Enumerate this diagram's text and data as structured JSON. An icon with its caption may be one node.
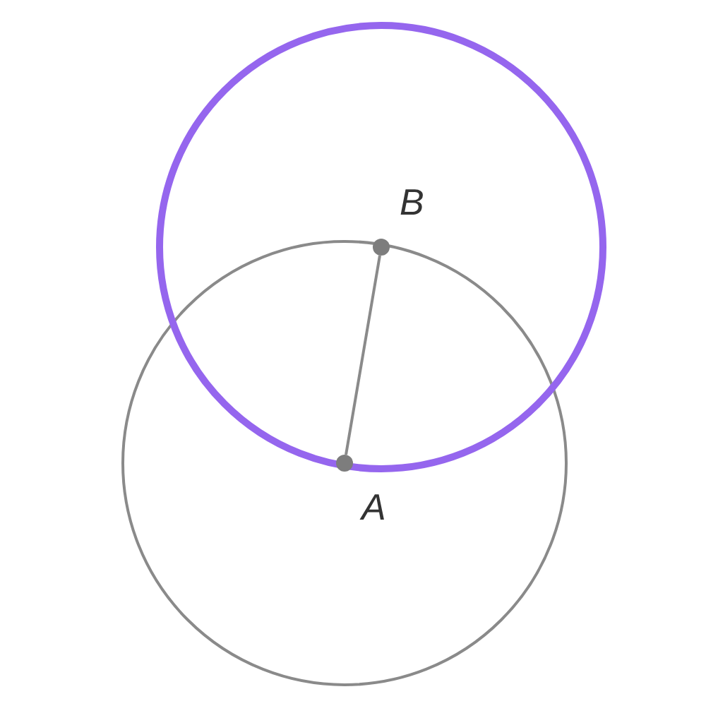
{
  "diagram": {
    "nodes": [
      {
        "text": [
          "B"
        ]
      },
      {
        "text": [
          "A"
        ]
      }
    ],
    "edges": [
      {
        "from": 1,
        "to": 0,
        "arrow": "none"
      }
    ]
  }
}
